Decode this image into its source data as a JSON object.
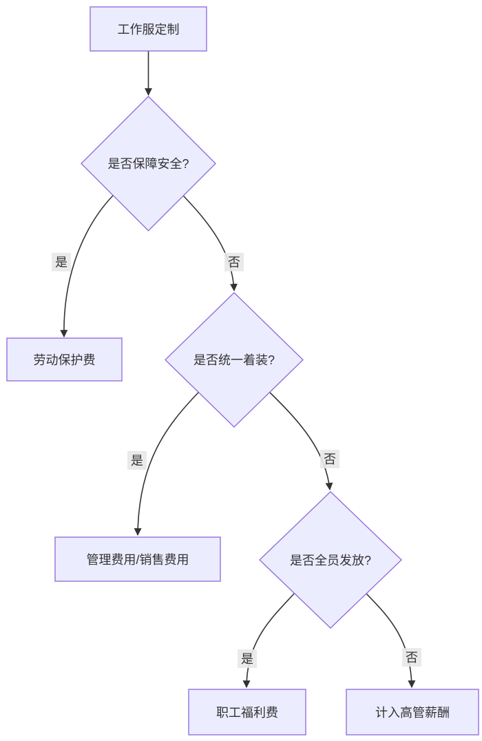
{
  "diagram": {
    "type": "flowchart",
    "direction": "top-down",
    "colors": {
      "node_fill": "#ECECFF",
      "node_border": "#9370DB",
      "edge_color": "#333333",
      "edge_label_bg": "#e8e8e8",
      "text_color": "#333333",
      "background": "#ffffff"
    },
    "nodes": {
      "start": {
        "label": "工作服定制",
        "shape": "rect"
      },
      "decision1": {
        "label": "是否保障安全?",
        "shape": "diamond"
      },
      "labor_protection": {
        "label": "劳动保护费",
        "shape": "rect"
      },
      "decision2": {
        "label": "是否统一着装?",
        "shape": "diamond"
      },
      "admin_sales": {
        "label": "管理费用/销售费用",
        "shape": "rect"
      },
      "decision3": {
        "label": "是否全员发放?",
        "shape": "diamond"
      },
      "welfare": {
        "label": "职工福利费",
        "shape": "rect"
      },
      "exec_comp": {
        "label": "计入高管薪酬",
        "shape": "rect"
      }
    },
    "edges": [
      {
        "from": "start",
        "to": "decision1",
        "label": ""
      },
      {
        "from": "decision1",
        "to": "labor_protection",
        "label": "是"
      },
      {
        "from": "decision1",
        "to": "decision2",
        "label": "否"
      },
      {
        "from": "decision2",
        "to": "admin_sales",
        "label": "是"
      },
      {
        "from": "decision2",
        "to": "decision3",
        "label": "否"
      },
      {
        "from": "decision3",
        "to": "welfare",
        "label": "是"
      },
      {
        "from": "decision3",
        "to": "exec_comp",
        "label": "否"
      }
    ]
  }
}
